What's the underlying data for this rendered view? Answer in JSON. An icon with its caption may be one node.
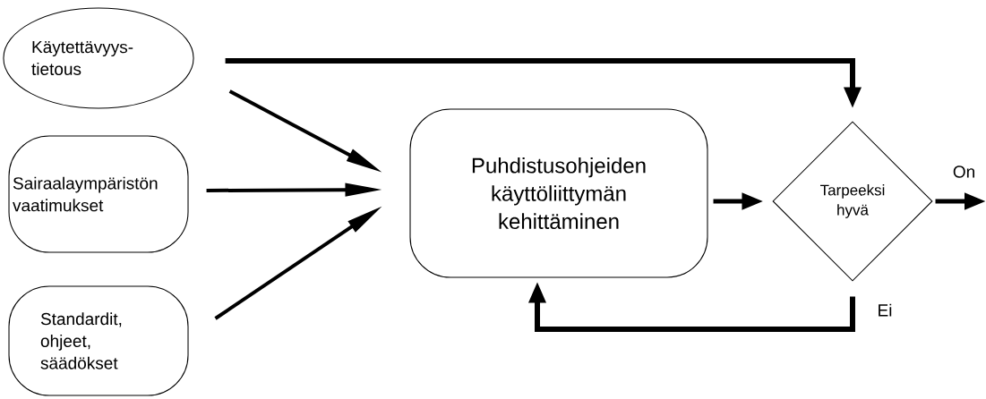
{
  "diagram": {
    "nodes": [
      {
        "text": [
          "Käytettävyys-tietous"
        ]
      },
      {
        "text": [
          "Sairaalaympäristön vaatimukset"
        ]
      },
      {
        "text": [
          "Standardit, ohjeet, säädökset"
        ]
      },
      {
        "text": [
          "Puhdistusohjeiden käyttöliittymän kehittäminen"
        ]
      },
      {
        "text": [
          "Tarpeeksi hyvä"
        ]
      }
    ],
    "edges": [
      {
        "from": 0,
        "to": 4,
        "arrow": "to"
      },
      {
        "from": 0,
        "to": 3,
        "arrow": "to"
      },
      {
        "from": 1,
        "to": 3,
        "arrow": "to"
      },
      {
        "from": 2,
        "to": 3,
        "arrow": "to"
      },
      {
        "from": 3,
        "to": 4,
        "arrow": "to"
      },
      {
        "from": 4,
        "to": null,
        "arrow": "to",
        "label": "On"
      },
      {
        "from": 4,
        "to": 3,
        "arrow": "to",
        "label": "Ei"
      }
    ]
  }
}
